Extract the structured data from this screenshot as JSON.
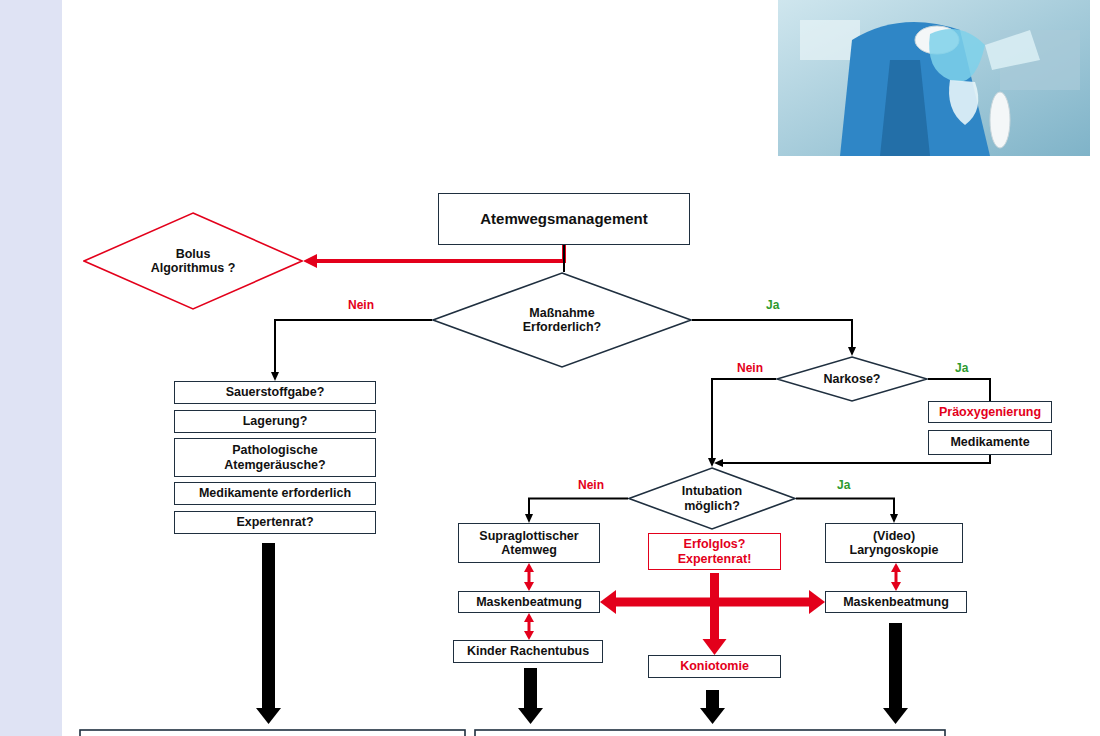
{
  "diagram": {
    "nodes": [
      {
        "text": [
          "Atemwegsmanagement"
        ]
      },
      {
        "text": [
          "Bolus Algorithmus ?"
        ]
      },
      {
        "text": [
          "Maßnahme Erforderlich?"
        ]
      },
      {
        "text": [
          "Sauerstoffgabe?"
        ]
      },
      {
        "text": [
          "Lagerung?"
        ]
      },
      {
        "text": [
          "Pathologische Atemgeräusche?"
        ]
      },
      {
        "text": [
          "Medikamente erforderlich"
        ]
      },
      {
        "text": [
          "Expertenrat?"
        ]
      },
      {
        "text": [
          "Narkose?"
        ]
      },
      {
        "text": [
          "Präoxygenierung"
        ]
      },
      {
        "text": [
          "Medikamente"
        ]
      },
      {
        "text": [
          "Intubation möglich?"
        ]
      },
      {
        "text": [
          "Supraglottischer Atemweg"
        ]
      },
      {
        "text": [
          "Erfolglos? Expertenrat!"
        ]
      },
      {
        "text": [
          "(Video) Laryngoskopie"
        ]
      },
      {
        "text": [
          "Maskenbeatmung"
        ]
      },
      {
        "text": [
          "Maskenbeatmung"
        ]
      },
      {
        "text": [
          "Kinder Rachentubus"
        ]
      },
      {
        "text": [
          "Koniotomie"
        ]
      }
    ],
    "edges": [
      {
        "from": 0,
        "to": 1,
        "arrow": "to"
      },
      {
        "from": 0,
        "to": 2,
        "arrow": "none"
      },
      {
        "from": 2,
        "to": 3,
        "label": "Nein",
        "arrow": "to"
      },
      {
        "from": 2,
        "to": 8,
        "label": "Ja",
        "arrow": "to"
      },
      {
        "from": 8,
        "to": 11,
        "label": "Nein",
        "arrow": "to"
      },
      {
        "from": 8,
        "to": 9,
        "label": "Ja",
        "arrow": "none"
      },
      {
        "from": 10,
        "to": 11,
        "arrow": "to"
      },
      {
        "from": 11,
        "to": 12,
        "label": "Nein",
        "arrow": "to"
      },
      {
        "from": 11,
        "to": 14,
        "label": "Ja",
        "arrow": "to"
      },
      {
        "from": 12,
        "to": 15,
        "arrow": "both"
      },
      {
        "from": 15,
        "to": 17,
        "arrow": "both"
      },
      {
        "from": 14,
        "to": 16,
        "arrow": "both"
      },
      {
        "from": 13,
        "to": 15,
        "arrow": "to"
      },
      {
        "from": 13,
        "to": 16,
        "arrow": "to"
      },
      {
        "from": 13,
        "to": 18,
        "arrow": "to"
      }
    ]
  }
}
